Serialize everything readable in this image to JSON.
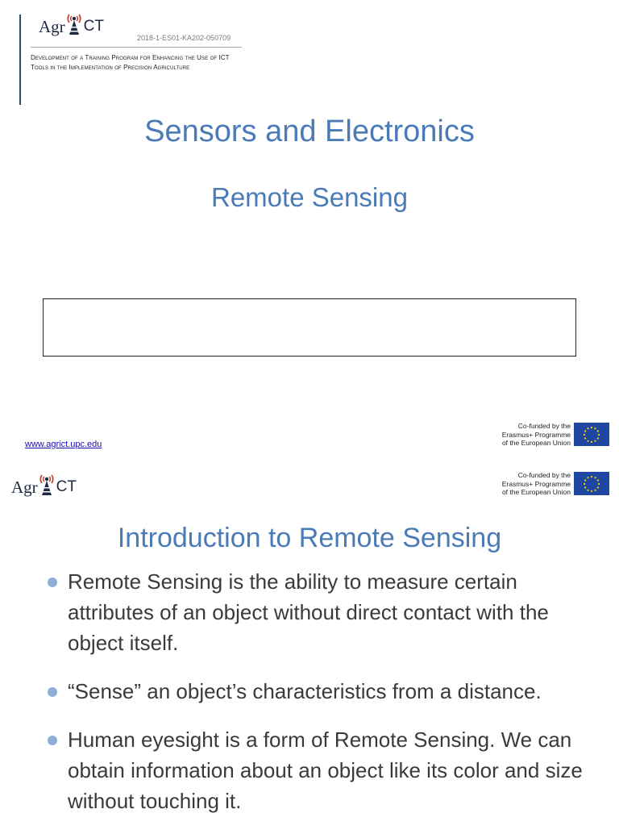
{
  "slide1": {
    "logo": {
      "text_left": "Agr",
      "text_right": "CT"
    },
    "project_code": "2018-1-ES01-KA202-050709",
    "description": "Development of a Training Program for Enhancing the Use of ICT Tools in the Implementation of Precision Agriculture",
    "title": "Sensors and Electronics",
    "subtitle": "Remote Sensing",
    "website": "www.agrict.upc.edu",
    "eu_badge": {
      "line1": "Co-funded by the",
      "line2": "Erasmus+ Programme",
      "line3": "of the European Union"
    }
  },
  "slide2": {
    "logo": {
      "text_left": "Agr",
      "text_right": "CT"
    },
    "eu_badge": {
      "line1": "Co-funded by the",
      "line2": "Erasmus+ Programme",
      "line3": "of the European Union"
    },
    "title": "Introduction to Remote Sensing",
    "bullets": [
      "Remote Sensing is the ability to measure certain attributes of an object without direct contact with the object itself.",
      "“Sense” an object’s characteristics from a distance.",
      "Human eyesight is a form of Remote Sensing. We can obtain information about an object like its color and size without touching it."
    ]
  },
  "colors": {
    "title_blue": "#4a7bb7",
    "bullet_dot": "#8fb0d6",
    "eu_blue": "#1f46a0",
    "eu_star": "#ffd700"
  },
  "icons": {
    "logo_antenna": "antenna-tower-icon",
    "eu_flag": "eu-flag-icon",
    "bullet": "bullet-dot-icon"
  }
}
